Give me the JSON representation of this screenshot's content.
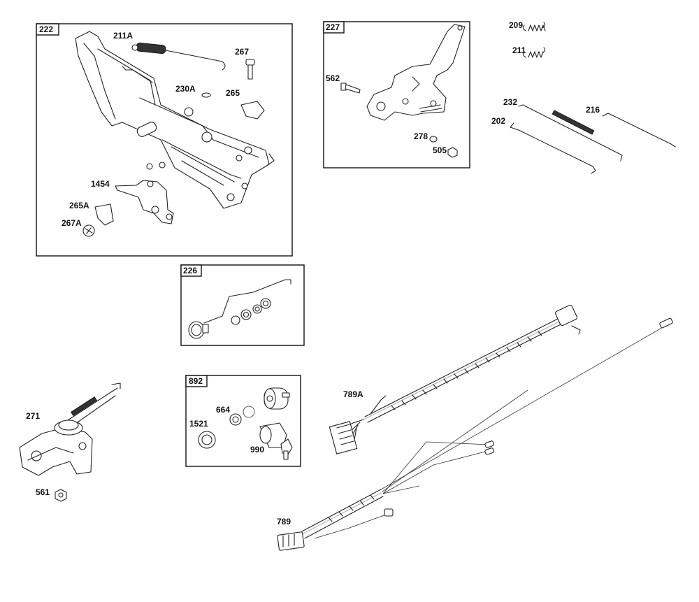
{
  "groups": {
    "g222": "222",
    "g227": "227",
    "g226": "226",
    "g892": "892"
  },
  "parts": {
    "p211A": "211A",
    "p267": "267",
    "p230A": "230A",
    "p265": "265",
    "p1454": "1454",
    "p265A": "265A",
    "p267A": "267A",
    "p562": "562",
    "p278": "278",
    "p505": "505",
    "p209": "209",
    "p211": "211",
    "p232": "232",
    "p216": "216",
    "p202": "202",
    "p271": "271",
    "p561": "561",
    "p664": "664",
    "p1521": "1521",
    "p990": "990",
    "p789A": "789A",
    "p789": "789"
  }
}
